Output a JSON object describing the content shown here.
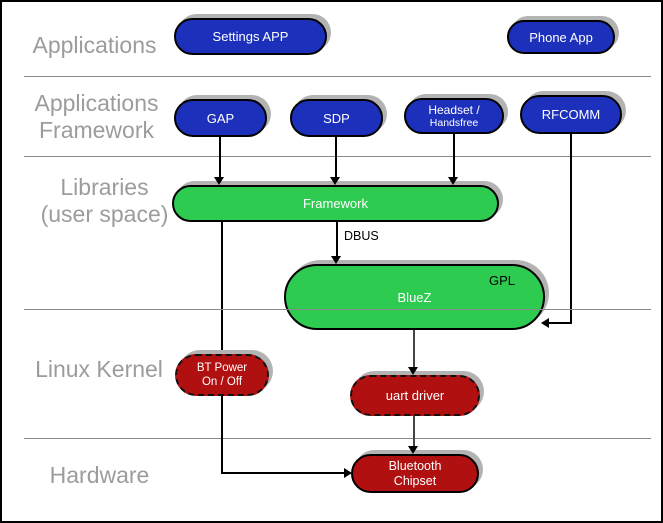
{
  "layers": {
    "applications": {
      "line1": "Applications"
    },
    "applications_framework": {
      "line1": "Applications",
      "line2": "Framework"
    },
    "libraries": {
      "line1": "Libraries",
      "line2": "(user space)"
    },
    "linux_kernel": {
      "line1": "Linux Kernel"
    },
    "hardware": {
      "line1": "Hardware"
    }
  },
  "nodes": {
    "settings_app": {
      "label": "Settings APP"
    },
    "phone_app": {
      "label": "Phone App"
    },
    "gap": {
      "label": "GAP"
    },
    "sdp": {
      "label": "SDP"
    },
    "headset": {
      "line1": "Headset /",
      "line2": "Handsfree"
    },
    "rfcomm": {
      "label": "RFCOMM"
    },
    "framework": {
      "label": "Framework"
    },
    "bluez": {
      "label": "BlueZ",
      "license_badge": "GPL"
    },
    "bt_power": {
      "line1": "BT Power",
      "line2": "On / Off"
    },
    "uart_driver": {
      "label": "uart driver"
    },
    "bluetooth_chipset": {
      "line1": "Bluetooth",
      "line2": "Chipset"
    }
  },
  "edges": {
    "dbus_label": "DBUS"
  },
  "colors": {
    "node_blue": "#1c30bc",
    "node_green": "#2ecb51",
    "node_red": "#b11010",
    "shadow_gray": "#b3b3b3",
    "layer_label_gray": "#9c9c9c",
    "divider_gray": "#8a8a8a",
    "connector_black": "#000000"
  }
}
